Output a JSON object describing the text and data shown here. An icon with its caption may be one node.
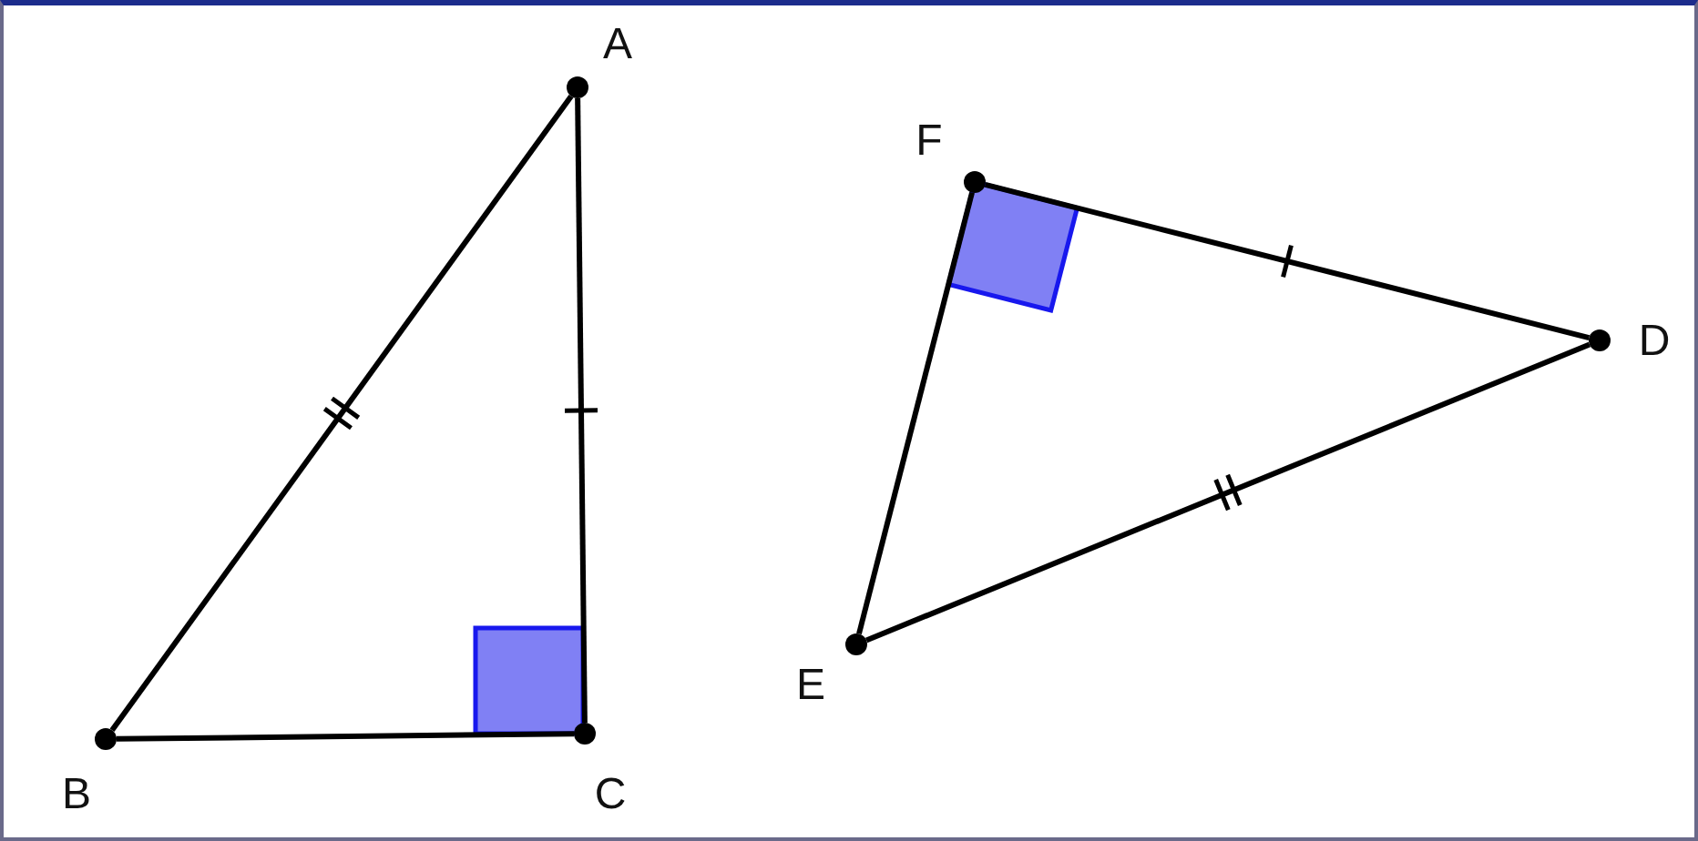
{
  "diagram": {
    "nodes": [
      {
        "text": [],
        "shape": "circle"
      },
      {
        "text": [],
        "shape": "circle"
      },
      {
        "text": [],
        "shape": "circle"
      },
      {
        "text": [],
        "shape": "circle"
      },
      {
        "text": [],
        "shape": "circle"
      },
      {
        "text": [],
        "shape": "circle"
      }
    ],
    "edges": [
      {
        "from": 0,
        "to": 1,
        "arrow": "none"
      },
      {
        "from": 0,
        "to": 2,
        "arrow": "none"
      },
      {
        "from": 1,
        "to": 2,
        "arrow": "none"
      },
      {
        "from": 3,
        "to": 4,
        "arrow": "none"
      },
      {
        "from": 3,
        "to": 5,
        "arrow": "none"
      },
      {
        "from": 5,
        "to": 4,
        "arrow": "none"
      }
    ],
    "labels": [
      "A",
      "F",
      "D",
      "B",
      "C",
      "E"
    ]
  }
}
